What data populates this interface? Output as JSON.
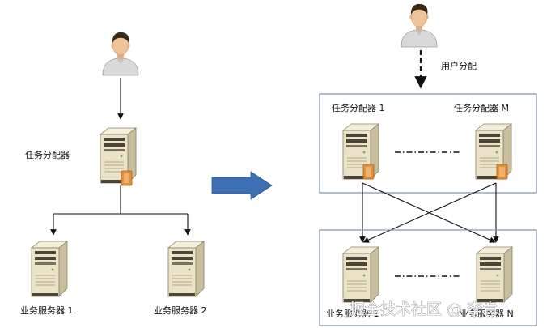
{
  "left": {
    "dispatcher_label": "任务分配器",
    "server1_label": "业务服务器 1",
    "server2_label": "业务服务器 2"
  },
  "right": {
    "user_dispatch_label": "用户分配",
    "dispatcher_1_label": "任务分配器 1",
    "dispatcher_m_label": "任务分配器 M",
    "server_1_label": "业务服务器 1",
    "server_n_label": "业务服务器 N"
  },
  "watermark": "掘金技术社区 @ 李肯",
  "colors": {
    "arrow": "#3d6fb3",
    "group_border": "#7f93ad",
    "server_body": "#ebe3c8",
    "server_dark": "#4c4437",
    "plug": "#e3913a",
    "shirt": "#d9d9d9",
    "skin": "#f0c49a",
    "hair": "#3a2a1c"
  },
  "icons": [
    "user-icon",
    "server-icon",
    "right-arrow-icon"
  ]
}
